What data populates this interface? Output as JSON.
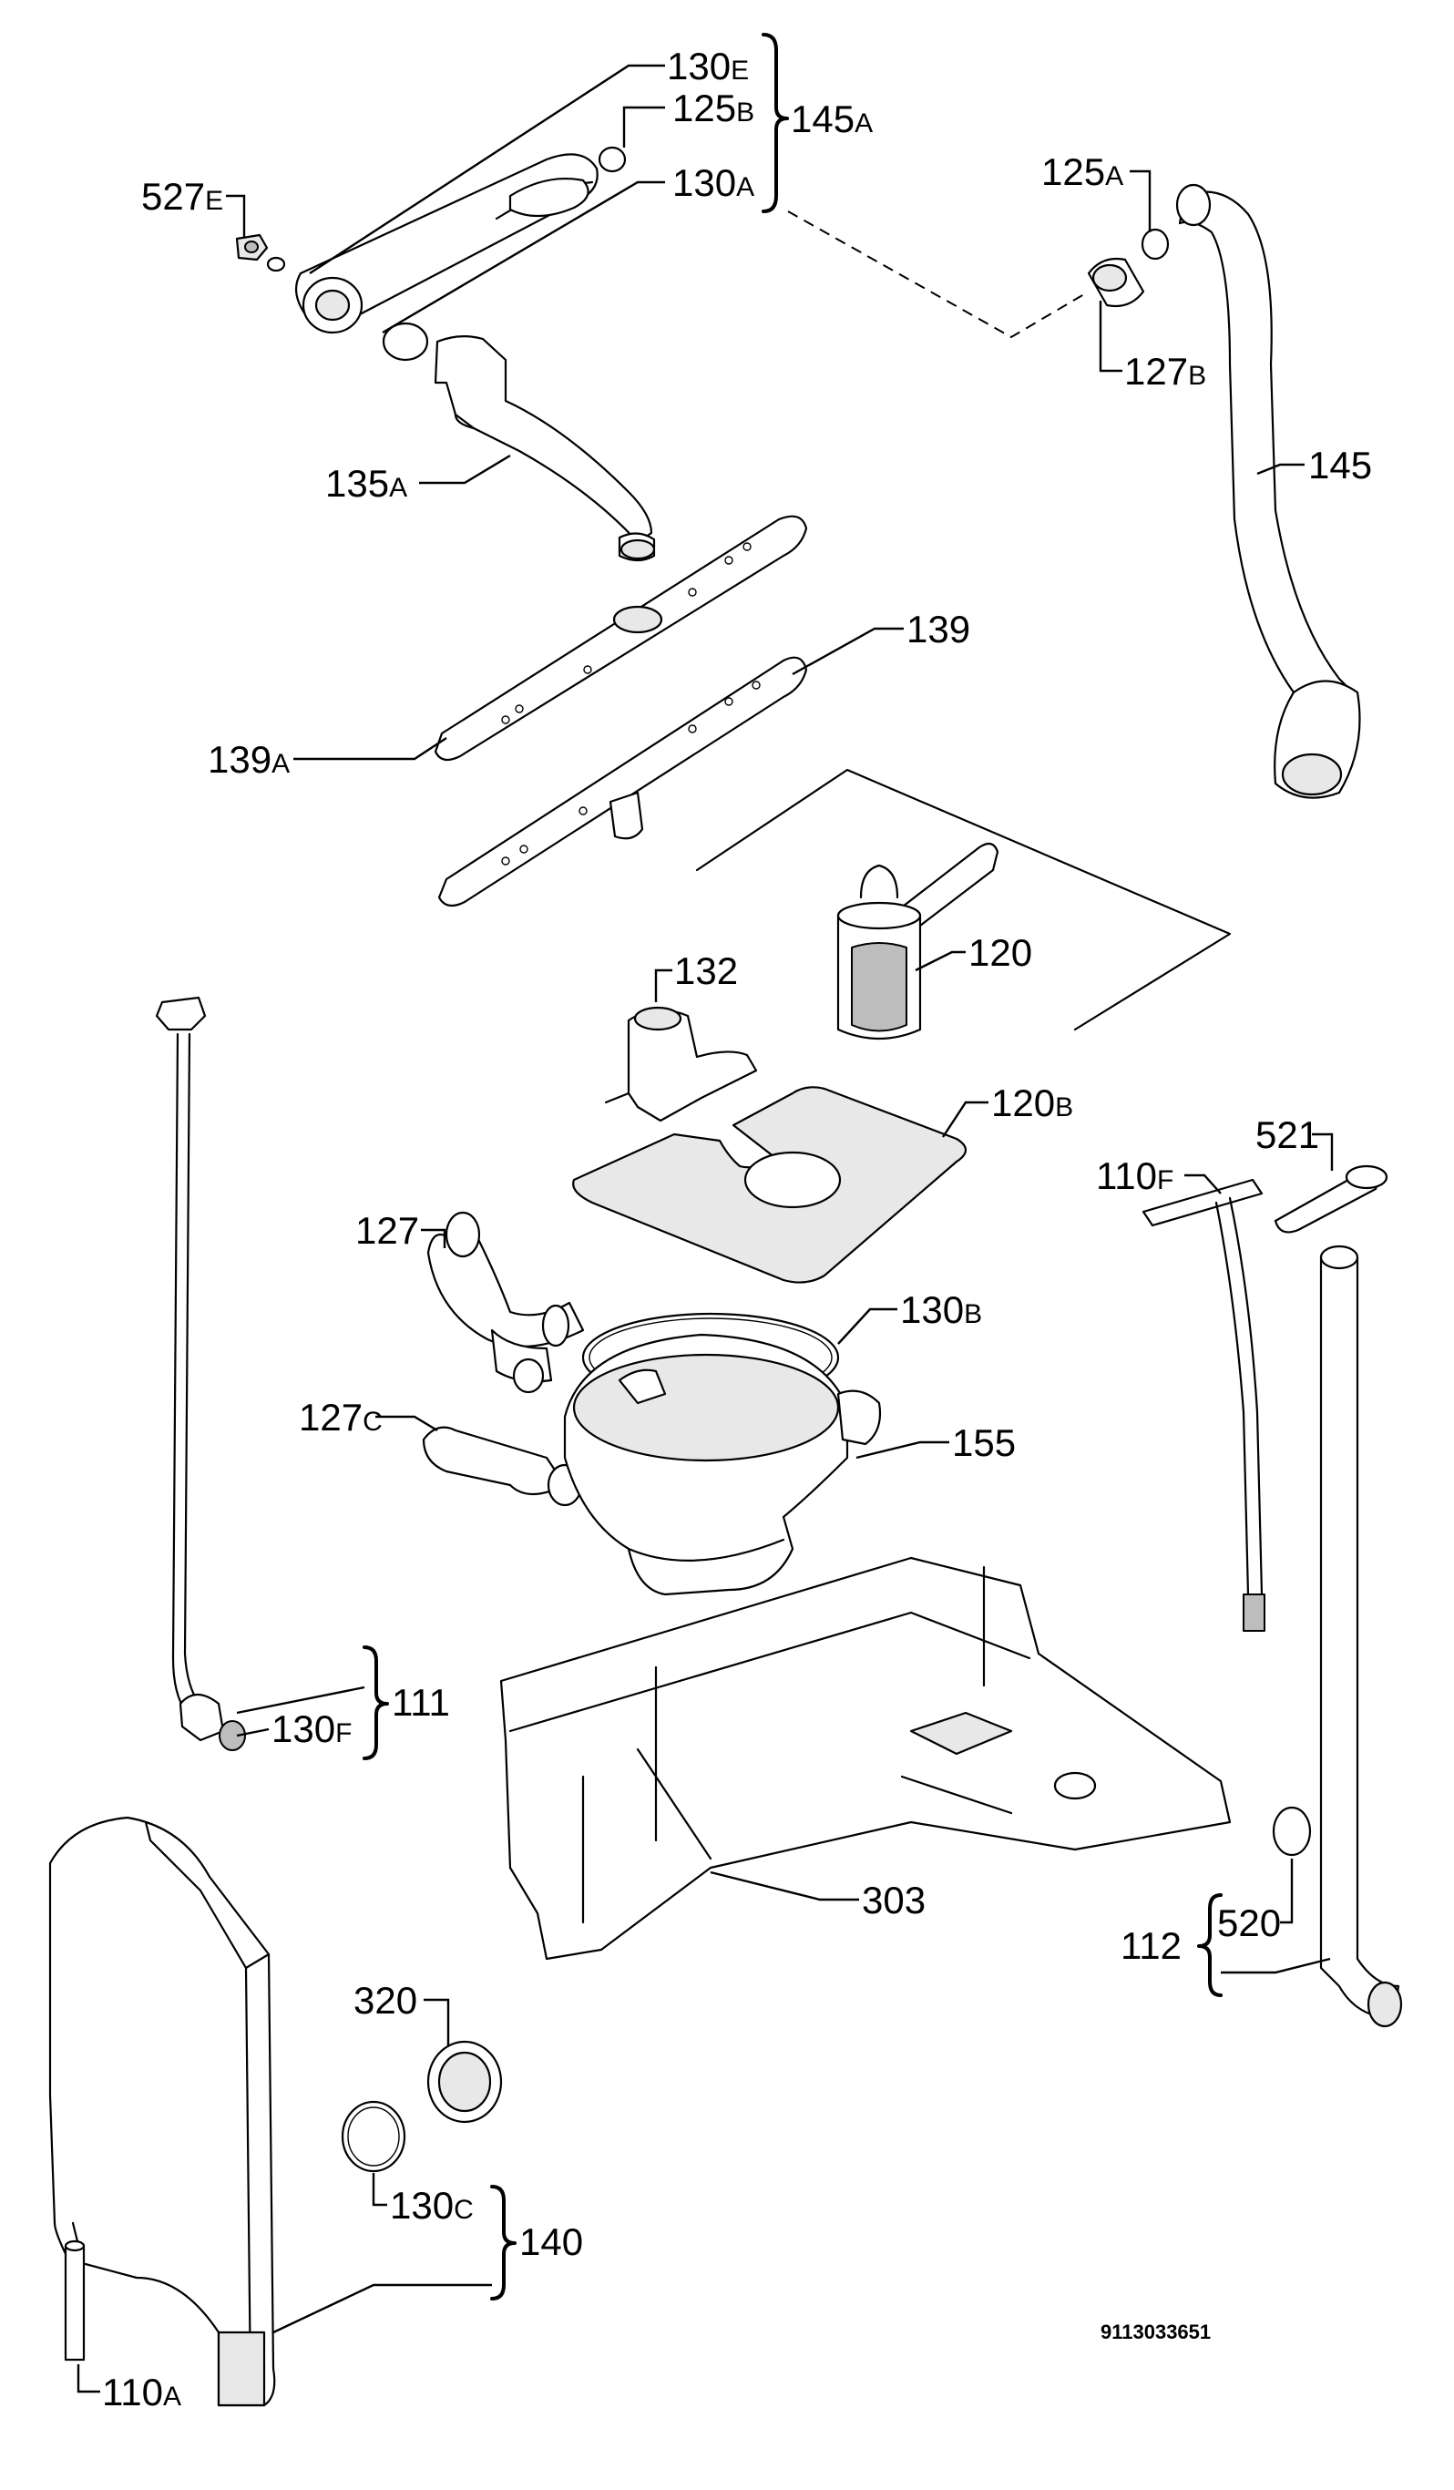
{
  "diagram_id": "9113033651",
  "callouts": {
    "c130E": {
      "num": "130",
      "suf": "E"
    },
    "c125B": {
      "num": "125",
      "suf": "B"
    },
    "c145A": {
      "num": "145",
      "suf": "A"
    },
    "c130A": {
      "num": "130",
      "suf": "A"
    },
    "c527E": {
      "num": "527",
      "suf": "E"
    },
    "c125A": {
      "num": "125",
      "suf": "A"
    },
    "c127B": {
      "num": "127",
      "suf": "B"
    },
    "c145": {
      "num": "145",
      "suf": ""
    },
    "c135A": {
      "num": "135",
      "suf": "A"
    },
    "c139": {
      "num": "139",
      "suf": ""
    },
    "c139A": {
      "num": "139",
      "suf": "A"
    },
    "c120": {
      "num": "120",
      "suf": ""
    },
    "c132": {
      "num": "132",
      "suf": ""
    },
    "c120B": {
      "num": "120",
      "suf": "B"
    },
    "c521": {
      "num": "521",
      "suf": ""
    },
    "c110F": {
      "num": "110",
      "suf": "F"
    },
    "c127": {
      "num": "127",
      "suf": ""
    },
    "c130B": {
      "num": "130",
      "suf": "B"
    },
    "c127C": {
      "num": "127",
      "suf": "C"
    },
    "c155": {
      "num": "155",
      "suf": ""
    },
    "c111": {
      "num": "111",
      "suf": ""
    },
    "c130F": {
      "num": "130",
      "suf": "F"
    },
    "c303": {
      "num": "303",
      "suf": ""
    },
    "c112": {
      "num": "112",
      "suf": ""
    },
    "c520": {
      "num": "520",
      "suf": ""
    },
    "c320": {
      "num": "320",
      "suf": ""
    },
    "c130C": {
      "num": "130",
      "suf": "C"
    },
    "c140": {
      "num": "140",
      "suf": ""
    },
    "c110A": {
      "num": "110",
      "suf": "A"
    }
  }
}
